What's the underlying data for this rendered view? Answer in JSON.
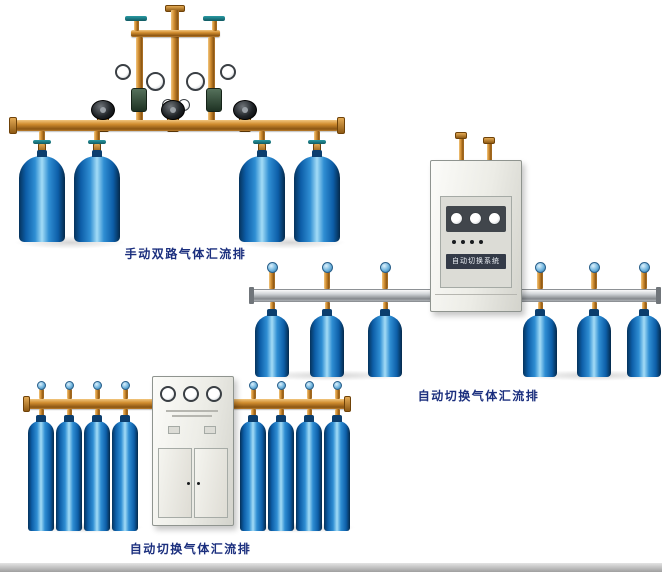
{
  "page": {
    "background": "#ffffff"
  },
  "products": [
    {
      "caption": "手动双路气体汇流排"
    },
    {
      "caption": "自动切换气体汇流排"
    },
    {
      "caption": "自动切换气体汇流排"
    }
  ],
  "cabinet": {
    "label": "自动切换系统"
  },
  "colors": {
    "caption_text": "#1b2f7e",
    "cylinder_blue": "#1e73c0",
    "brass_pipe": "#c98a2e",
    "steel_pipe": "#b7bcc0",
    "cabinet_body": "#ecece6"
  }
}
